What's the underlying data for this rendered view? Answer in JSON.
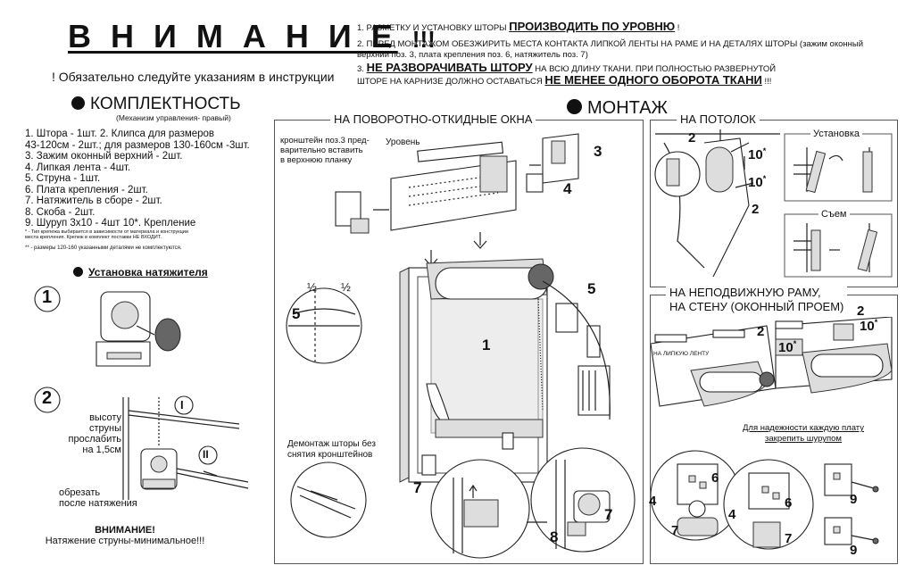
{
  "header": {
    "title": "В Н И М А Н И Е",
    "title_exclaim": "!!!",
    "instruction_note": "! Обязательно следуйте указаниям в инструкции"
  },
  "rules": {
    "rule1_prefix": "1. РАЗМЕТКУ И УСТАНОВКУ ШТОРЫ",
    "rule1_bold": "ПРОИЗВОДИТЬ ПО УРОВНЮ",
    "rule1_suffix": "!",
    "rule2_line1": "2. ПЕРЕД МОНТАЖОМ ОБЕЗЖИРИТЬ МЕСТА КОНТАКТА ЛИПКОЙ ЛЕНТЫ НА РАМЕ И НА ДЕТАЛЯХ ШТОРЫ (зажим оконный",
    "rule2_line2": "верхний поз. 3, плата крепления поз. 6, натяжитель поз. 7)",
    "rule3_prefix": "3.",
    "rule3_bold": "НЕ РАЗВОРАЧИВАТЬ ШТОРУ",
    "rule3_mid": "НА ВСЮ ДЛИНУ ТКАНИ.   ПРИ ПОЛНОСТЬЮ РАЗВЕРНУТОЙ",
    "rule3_line2_prefix": "ШТОРЕ НА КАРНИЗЕ ДОЛЖНО ОСТАВАТЬСЯ",
    "rule3_line2_bold": "НЕ МЕНЕЕ ОДНОГО ОБОРОТА ТКАНИ",
    "rule3_line2_suffix": "!!!"
  },
  "completeness": {
    "heading": "КОМПЛЕКТНОСТЬ",
    "subheading": "(Механизм управления- правый)",
    "items": [
      "1. Штора - 1шт. 2. Клипса для размеров",
      "43-120см - 2шт.; для размеров 130-160см -3шт.",
      "3. Зажим оконный верхний - 2шт.",
      "4. Липкая лента - 4шт.",
      "5. Струна - 1шт.",
      "6. Плата крепления - 2шт.",
      "7. Натяжитель в сборе - 2шт.",
      "8. Скоба - 2шт.",
      "9. Шуруп 3х10 - 4шт 10*. Крепление"
    ],
    "fineprint_1": "* - Тип крепежа выбирается в зависимости от материала и конструкции",
    "fineprint_2": "места крепления. Крепеж в комплект поставки НЕ ВХОДИТ.",
    "fineprint_3": "** - размеры 120-160 указанными деталями не комплектуются."
  },
  "tensioner": {
    "heading": "Установка натяжителя",
    "step1": "1",
    "step2": "2",
    "roman1": "I",
    "roman2": "II",
    "text_height_1": "высоту струны",
    "text_height_2": "прослабить",
    "text_height_3": "на 1,5см",
    "text_cut_1": "обрезать",
    "text_cut_2": "после натяжения",
    "warning_title": "ВНИМАНИЕ!",
    "warning_text": "Натяжение струны-минимальное!!!"
  },
  "mounting": {
    "heading": "МОНТАЖ",
    "tilt_window_title": "НА ПОВОРОТНО-ОТКИДНЫЕ ОКНА",
    "bracket_note_1": "кронштейн поз.3 пред-",
    "bracket_note_2": "варительно вставить",
    "bracket_note_3": "в верхнюю планку",
    "level_label": "Уровень",
    "half_left": "½",
    "half_right": "½",
    "dismount_1": "Демонтаж шторы без",
    "dismount_2": "снятия кронштейнов",
    "ceiling_title": "НА ПОТОЛОК",
    "install_label": "Установка",
    "remove_label": "Съем",
    "fixed_frame_1": "НА НЕПОДВИЖНУЮ РАМУ,",
    "fixed_frame_2": "НА СТЕНУ (ОКОННЫЙ ПРОЕМ)",
    "sticky_tape": "НА ЛИПКУЮ ЛЕНТУ",
    "reliability_1": "Для надежности каждую плату",
    "reliability_2": "закрепить шурупом"
  },
  "callouts": {
    "n1": "1",
    "n2": "2",
    "n3": "3",
    "n4": "4",
    "n5": "5",
    "n6": "6",
    "n7": "7",
    "n8": "8",
    "n9": "9",
    "n10": "10",
    "star": "*"
  }
}
